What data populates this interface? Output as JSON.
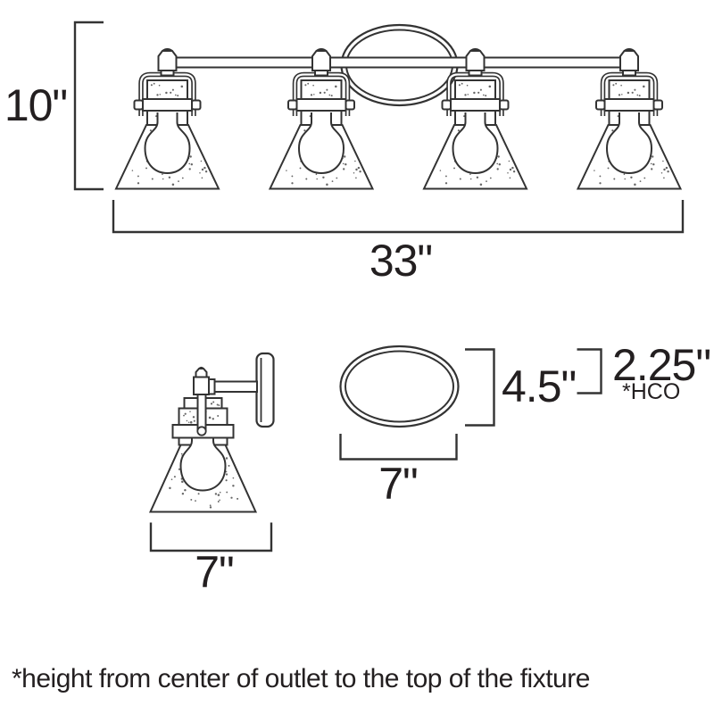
{
  "colors": {
    "line": "#333333",
    "text": "#231f20",
    "background": "#ffffff"
  },
  "front_view": {
    "height_dim": "10\"",
    "width_dim": "33\""
  },
  "side_view": {
    "width_dim": "7\""
  },
  "backplate_view": {
    "height_dim": "4.5\"",
    "width_dim": "7\""
  },
  "outlet_height": {
    "value": "2.25\"",
    "label": "*HCO"
  },
  "footnote": "*height from center of outlet to the top of the fixture"
}
